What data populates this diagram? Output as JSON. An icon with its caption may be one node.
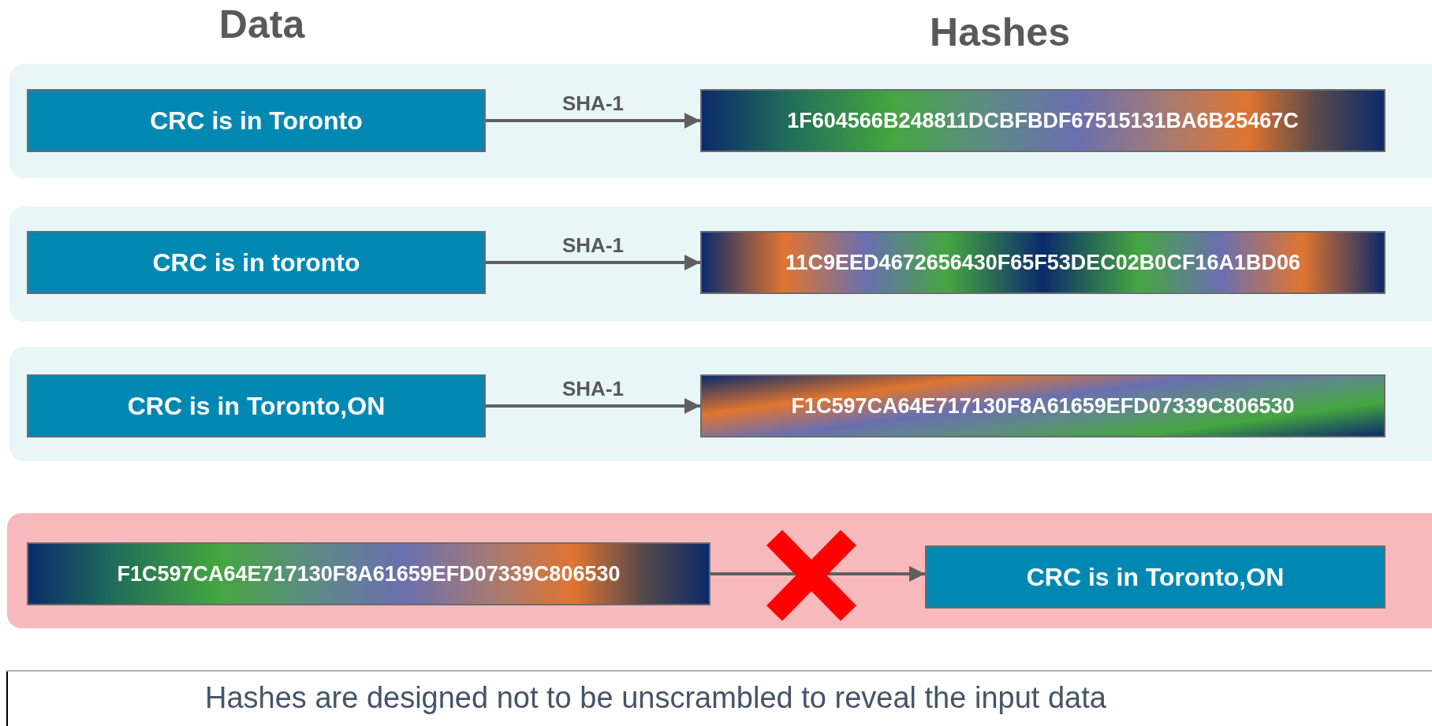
{
  "diagram": {
    "caption": "Hashes are designed not to be unscrambled to reveal the input data",
    "nodes": [
      {
        "text": [],
        "shape": "box"
      },
      {
        "text": [
          "CRC is in Toronto"
        ],
        "in": 0
      },
      {
        "text": [
          "1F604566B248811DCBFBDF67515131BA6B25467C"
        ],
        "in": 0
      },
      {
        "text": [],
        "shape": "box"
      },
      {
        "text": [
          "CRC is in toronto"
        ],
        "in": 3
      },
      {
        "text": [
          "11C9EED4672656430F65F53DEC02B0CF16A1BD06"
        ],
        "in": 3
      },
      {
        "text": [],
        "shape": "box"
      },
      {
        "text": [
          "CRC is in Toronto,ON"
        ],
        "in": 6
      },
      {
        "text": [
          "F1C597CA64E717130F8A61659EFD07339C806530"
        ],
        "in": 6
      },
      {
        "text": [],
        "shape": "box"
      },
      {
        "text": [
          "F1C597CA64E717130F8A61659EFD07339C806530"
        ],
        "in": 9
      },
      {
        "text": [
          "CRC is in Toronto,ON"
        ],
        "in": 9
      }
    ],
    "edges": [
      {
        "from": 1,
        "to": 2,
        "arrow": "to",
        "label": "SHA-1"
      },
      {
        "from": 4,
        "to": 5,
        "arrow": "to",
        "label": "SHA-1"
      },
      {
        "from": 7,
        "to": 8,
        "arrow": "to",
        "label": "SHA-1"
      },
      {
        "from": 10,
        "to": 11,
        "arrow": "to"
      }
    ],
    "labels": [
      "Data",
      "Hashes"
    ]
  }
}
